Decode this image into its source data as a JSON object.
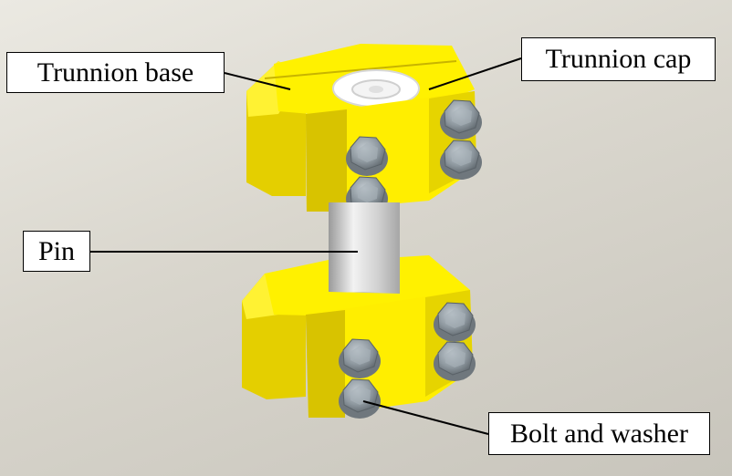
{
  "figure": {
    "labels": {
      "trunnion_base": "Trunnion base",
      "trunnion_cap": "Trunnion cap",
      "pin": "Pin",
      "bolt_and_washer": "Bolt and washer"
    }
  },
  "colors": {
    "background": "#dcd9d0",
    "yellow_face": "#ffee00",
    "yellow_shade": "#c9b800",
    "pin": "#d4d4d4",
    "bolt": "#8c969e",
    "leader_line": "#000000"
  },
  "icons": [
    "trunnion-assembly-illustration"
  ]
}
